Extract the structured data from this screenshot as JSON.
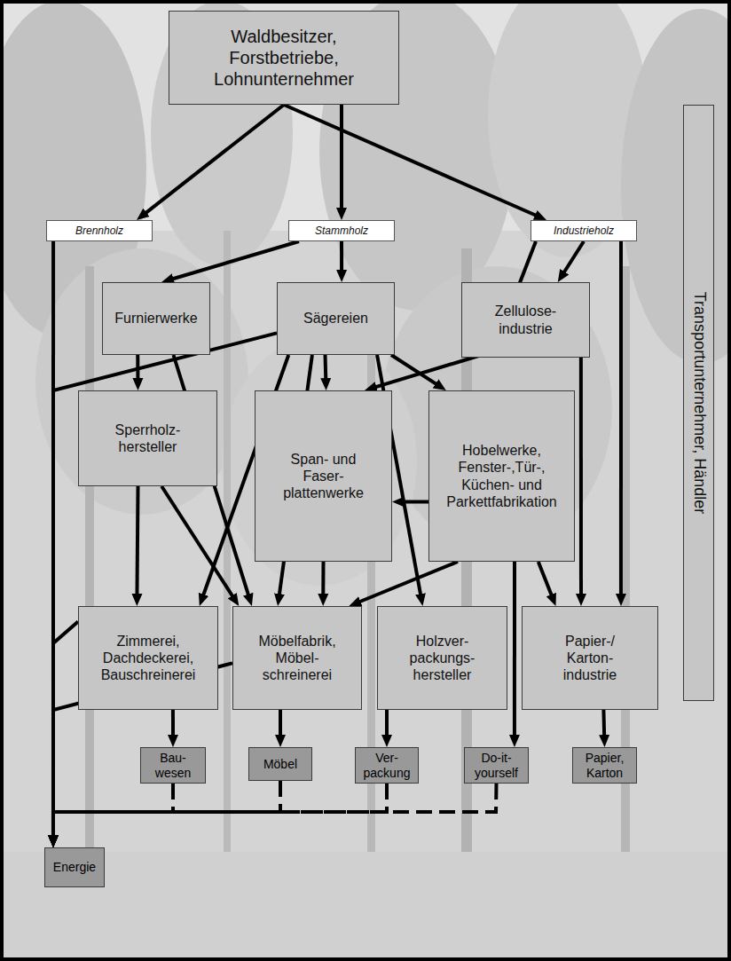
{
  "diagram": {
    "nodes": [
      {
        "text": [
          "Waldbesitzer, Forstbetriebe, Lohnunternehmer"
        ]
      },
      {
        "text": [
          "Brennholz"
        ]
      },
      {
        "text": [
          "Stammholz"
        ]
      },
      {
        "text": [
          "Industrieholz"
        ]
      },
      {
        "text": [
          "Furnierwerke"
        ]
      },
      {
        "text": [
          "Sägereien"
        ]
      },
      {
        "text": [
          "Zellulose- industrie"
        ]
      },
      {
        "text": [
          "Sperrholz- hersteller"
        ]
      },
      {
        "text": [
          "Span- und Faser- plattenwerke"
        ]
      },
      {
        "text": [
          "Hobelwerke, Fenster-,Tür-, Küchen- und Parkettfabrikation"
        ]
      },
      {
        "text": [
          "Zimmerei, Dachdeckerei, Bauschreinerei"
        ]
      },
      {
        "text": [
          "Möbelfabrik, Möbel- schreinerei"
        ]
      },
      {
        "text": [
          "Holzver- packungs- hersteller"
        ]
      },
      {
        "text": [
          "Papier-/ Karton- industrie"
        ]
      },
      {
        "text": [
          "Bau- wesen"
        ]
      },
      {
        "text": [
          "Möbel"
        ]
      },
      {
        "text": [
          "Ver- packung"
        ]
      },
      {
        "text": [
          "Do-it- yourself"
        ]
      },
      {
        "text": [
          "Papier, Karton"
        ]
      },
      {
        "text": [
          "Energie"
        ]
      },
      {
        "text": [
          "Transportunternehmer, Händler"
        ]
      }
    ],
    "edges": [
      {
        "from": 0,
        "to": 1,
        "arrow": "to"
      },
      {
        "from": 0,
        "to": 2,
        "arrow": "to"
      },
      {
        "from": 0,
        "to": 3,
        "arrow": "to"
      },
      {
        "from": 1,
        "to": 19,
        "arrow": "to"
      },
      {
        "from": 2,
        "to": 4,
        "arrow": "to"
      },
      {
        "from": 2,
        "to": 5,
        "arrow": "to"
      },
      {
        "from": 3,
        "to": 6,
        "arrow": "to"
      },
      {
        "from": 3,
        "to": 8,
        "arrow": "to"
      },
      {
        "from": 3,
        "to": 13,
        "arrow": "to"
      },
      {
        "from": 6,
        "to": 13,
        "arrow": "to"
      },
      {
        "from": 4,
        "to": 7,
        "arrow": "to"
      },
      {
        "from": 4,
        "to": 11,
        "arrow": "to"
      },
      {
        "from": 5,
        "to": 19,
        "arrow": "to"
      },
      {
        "from": 5,
        "to": 8,
        "arrow": "to"
      },
      {
        "from": 5,
        "to": 10,
        "arrow": "to"
      },
      {
        "from": 5,
        "to": 11,
        "arrow": "to"
      },
      {
        "from": 5,
        "to": 12,
        "arrow": "to"
      },
      {
        "from": 5,
        "to": 9,
        "arrow": "to"
      },
      {
        "from": 9,
        "to": 8,
        "arrow": "to"
      },
      {
        "from": 7,
        "to": 10,
        "arrow": "to"
      },
      {
        "from": 7,
        "to": 11,
        "arrow": "to"
      },
      {
        "from": 8,
        "to": 11,
        "arrow": "to"
      },
      {
        "from": 9,
        "to": 11,
        "arrow": "to"
      },
      {
        "from": 9,
        "to": 17,
        "arrow": "to"
      },
      {
        "from": 9,
        "to": 13,
        "arrow": "to"
      },
      {
        "from": 10,
        "to": 14,
        "arrow": "to"
      },
      {
        "from": 10,
        "to": 19,
        "arrow": "to"
      },
      {
        "from": 11,
        "to": 15,
        "arrow": "to"
      },
      {
        "from": 11,
        "to": 19,
        "arrow": "to"
      },
      {
        "from": 12,
        "to": 16,
        "arrow": "to"
      },
      {
        "from": 13,
        "to": 18,
        "arrow": "to"
      },
      {
        "from": 14,
        "to": 19,
        "arrow": "to"
      },
      {
        "from": 15,
        "to": 19,
        "arrow": "to"
      },
      {
        "from": 16,
        "to": 19,
        "arrow": "to"
      },
      {
        "from": 17,
        "to": 19,
        "arrow": "to"
      }
    ]
  }
}
